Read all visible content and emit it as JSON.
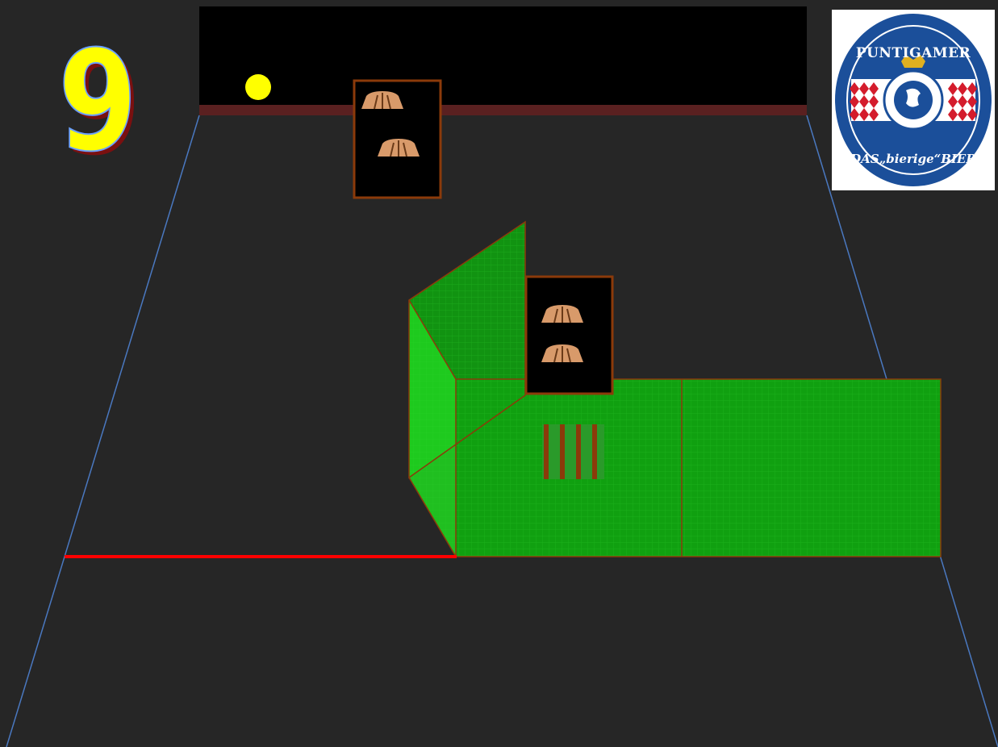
{
  "hole": {
    "number": "9"
  },
  "logo": {
    "brand": "PUNTIGAMER",
    "slogan": "DAS„bierige“BIER"
  },
  "ball": {
    "color": "#ffff00"
  },
  "colors": {
    "background": "#262626",
    "back_wall": "#000000",
    "wall_band": "#5a2020",
    "obstacle_green": "#10b010",
    "obstacle_outline": "#8b3a0a",
    "start_line": "#ff0000",
    "lane_edge": "#4a78c0",
    "pin": "#d89a6a"
  },
  "icons": [
    "bowling-pin-icon",
    "brand-logo-icon"
  ]
}
